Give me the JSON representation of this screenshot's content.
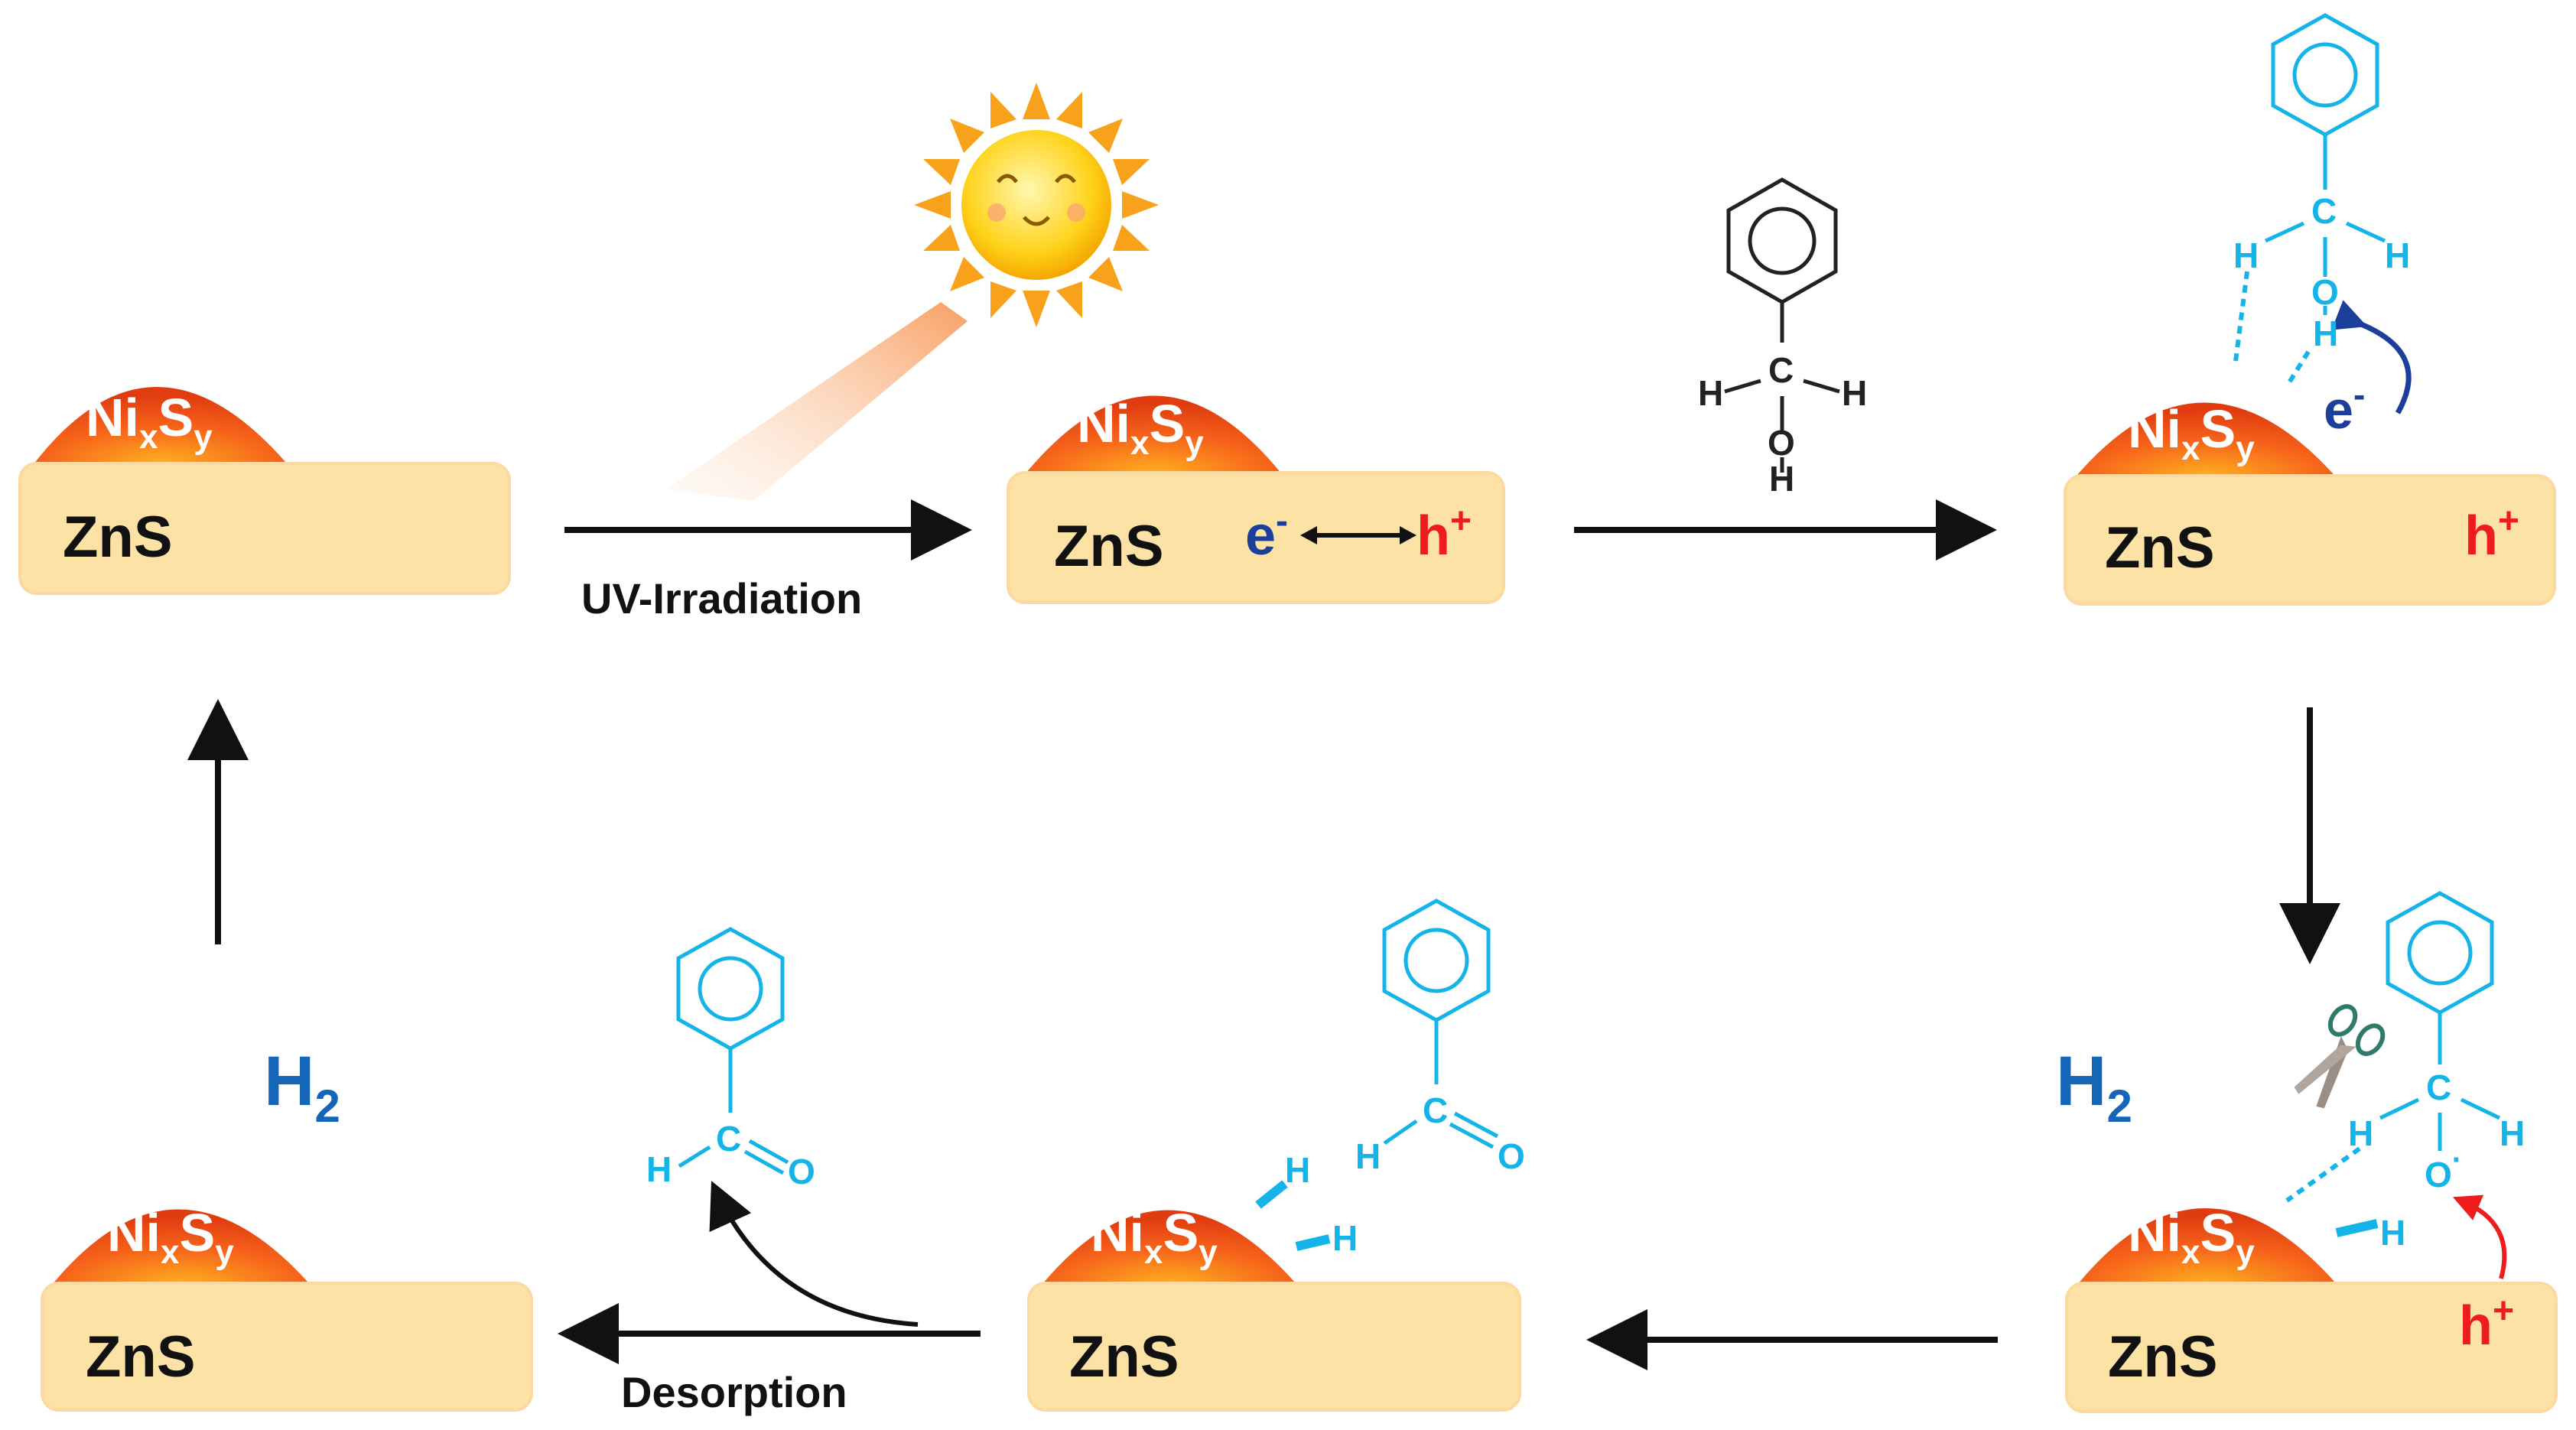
{
  "labels": {
    "zns": "ZnS",
    "nis_main": "Ni",
    "nis_x": "x",
    "nis_s": "S",
    "nis_y": "y",
    "electron": "e",
    "electron_sup": "-",
    "hole": "h",
    "hole_sup": "+",
    "arrow_uv": "UV-Irradiation",
    "arrow_desorption": "Desorption",
    "h2_main": "H",
    "h2_sub": "2",
    "atom_c": "C",
    "atom_h": "H",
    "atom_o": "O",
    "atom_o_radical": "O",
    "radical_sup": "·"
  },
  "colors": {
    "zns_fill": "#fde2a6",
    "nis_fill": "#f04a10",
    "electron_blue": "#1b3f9a",
    "hole_red": "#ee1c1c",
    "h2_blue": "#1565b8",
    "molecule_cyan": "#15b4e8",
    "arrow_black": "#111111"
  },
  "icons": [
    "sun-icon",
    "scissors-icon"
  ]
}
